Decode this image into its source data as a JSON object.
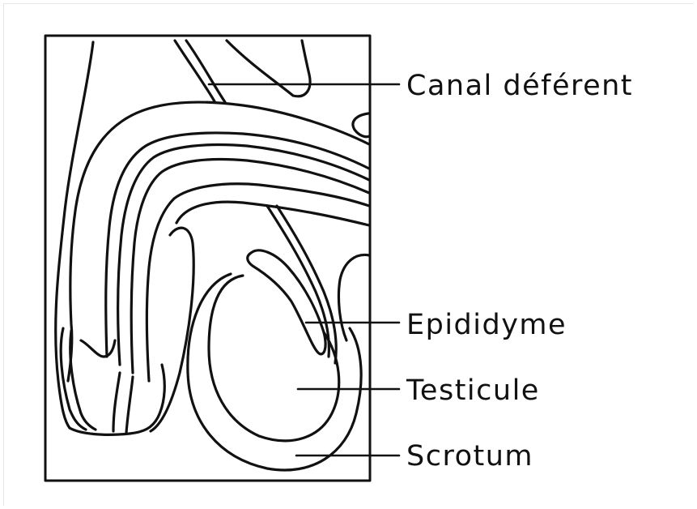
{
  "labels": {
    "canal_deferent": "Canal déférent",
    "epididyme": "Epididyme",
    "testicule": "Testicule",
    "scrotum": "Scrotum"
  },
  "colors": {
    "background": "#ffffff",
    "line": "#111111"
  }
}
